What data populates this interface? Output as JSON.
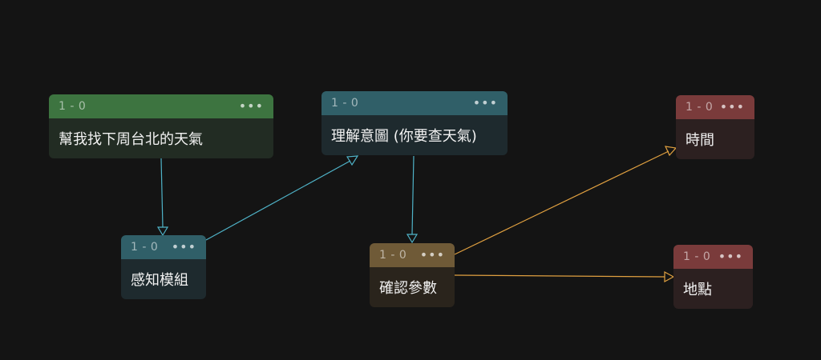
{
  "colors": {
    "background": "#141414",
    "edge_teal": "#4fb3c8",
    "edge_orange": "#e0a040"
  },
  "icons": {
    "menu": "more-horizontal-icon"
  },
  "nodes": {
    "input": {
      "id": "1 - 0",
      "menu": "•••",
      "label": "幫我找下周台北的天氣"
    },
    "perception": {
      "id": "1 - 0",
      "menu": "•••",
      "label": "感知模組"
    },
    "intent": {
      "id": "1 - 0",
      "menu": "•••",
      "label": "理解意圖 (你要查天氣)"
    },
    "params": {
      "id": "1 - 0",
      "menu": "•••",
      "label": "確認參數"
    },
    "time": {
      "id": "1 - 0",
      "menu": "•••",
      "label": "時間"
    },
    "place": {
      "id": "1 - 0",
      "menu": "•••",
      "label": "地點"
    }
  },
  "edges": [
    {
      "from": "input",
      "to": "perception",
      "color": "edge_teal"
    },
    {
      "from": "perception",
      "to": "intent",
      "color": "edge_teal"
    },
    {
      "from": "intent",
      "to": "params",
      "color": "edge_teal"
    },
    {
      "from": "params",
      "to": "time",
      "color": "edge_orange"
    },
    {
      "from": "params",
      "to": "place",
      "color": "edge_orange"
    }
  ]
}
